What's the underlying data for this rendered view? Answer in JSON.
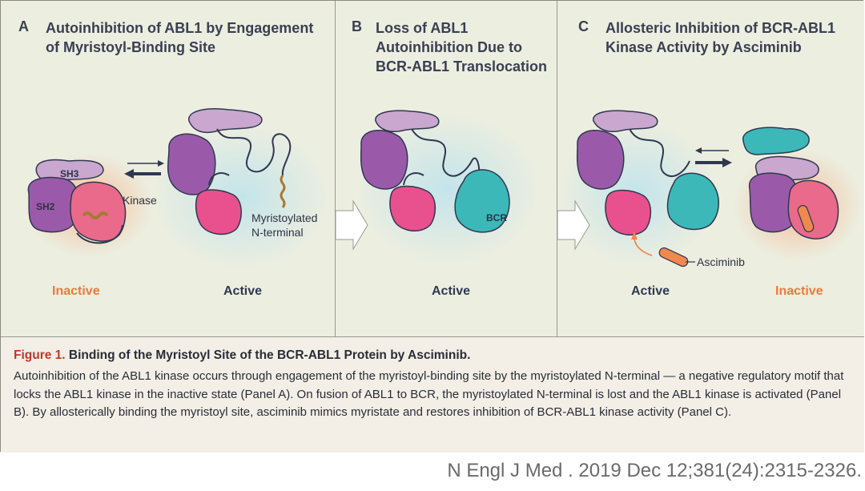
{
  "panels": {
    "a": {
      "letter": "A",
      "title": "Autoinhibition of ABL1 by Engagement\nof Myristoyl-Binding Site",
      "sh3_label": "SH3",
      "sh2_label": "SH2",
      "kinase_label": "Kinase",
      "myristoylated_label": "Myristoylated\nN-terminal",
      "state_left": "Inactive",
      "state_right": "Active"
    },
    "b": {
      "letter": "B",
      "title": "Loss of ABL1\nAutoinhibition Due to\nBCR-ABL1 Translocation",
      "bcr_label": "BCR",
      "state": "Active"
    },
    "c": {
      "letter": "C",
      "title": "Allosteric Inhibition of BCR-ABL1\nKinase Activity by Asciminib",
      "asciminib_label": "Asciminib",
      "state_left": "Active",
      "state_right": "Inactive"
    }
  },
  "caption": {
    "fig_label": "Figure 1.",
    "title": "Binding of the Myristoyl Site of the BCR-ABL1 Protein by Asciminib.",
    "body": "Autoinhibition of the ABL1 kinase occurs through engagement of the myristoyl-binding site by the myristoylated N-terminal — a negative regulatory motif that locks the ABL1 kinase in the inactive state (Panel A). On fusion of ABL1 to BCR, the myristoylated N-terminal is lost and the ABL1 kinase is activated (Panel B). By allosterically binding the myristoyl site, asciminib mimics myristate and restores inhibition of BCR-ABL1 kinase activity (Panel C)."
  },
  "citation": "N Engl J Med . 2019 Dec 12;381(24):2315-2326.",
  "colors": {
    "inactive": "#f07a3a",
    "active": "#2f3850",
    "sh3": "#c9a7cf",
    "sh2": "#9b5aa9",
    "kinase": "#e8508e",
    "bcr": "#3cb8b8",
    "asciminib": "#f0894e",
    "caption_figlabel": "#c0392b"
  }
}
